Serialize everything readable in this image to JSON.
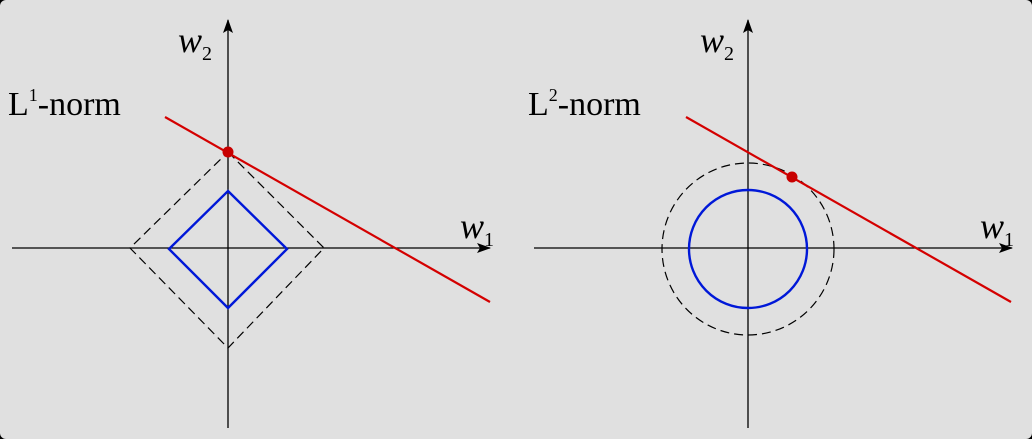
{
  "colors": {
    "background": "#e0e0e0",
    "frame": "#000000",
    "axis": "#000000",
    "red_line": "#d40000",
    "red_point": "#c80000",
    "blue_shape": "#0018d8",
    "dashed": "#000000"
  },
  "panels": [
    {
      "id": "l1",
      "norm_label": {
        "letter": "L",
        "sup": "1",
        "suffix": "-norm"
      },
      "axis_x_label": {
        "letter": "w",
        "sub": "1"
      },
      "axis_y_label": {
        "letter": "w",
        "sub": "2"
      },
      "shape": "diamond"
    },
    {
      "id": "l2",
      "norm_label": {
        "letter": "L",
        "sup": "2",
        "suffix": "-norm"
      },
      "axis_x_label": {
        "letter": "w",
        "sub": "1"
      },
      "axis_y_label": {
        "letter": "w",
        "sub": "2"
      },
      "shape": "circle"
    }
  ]
}
